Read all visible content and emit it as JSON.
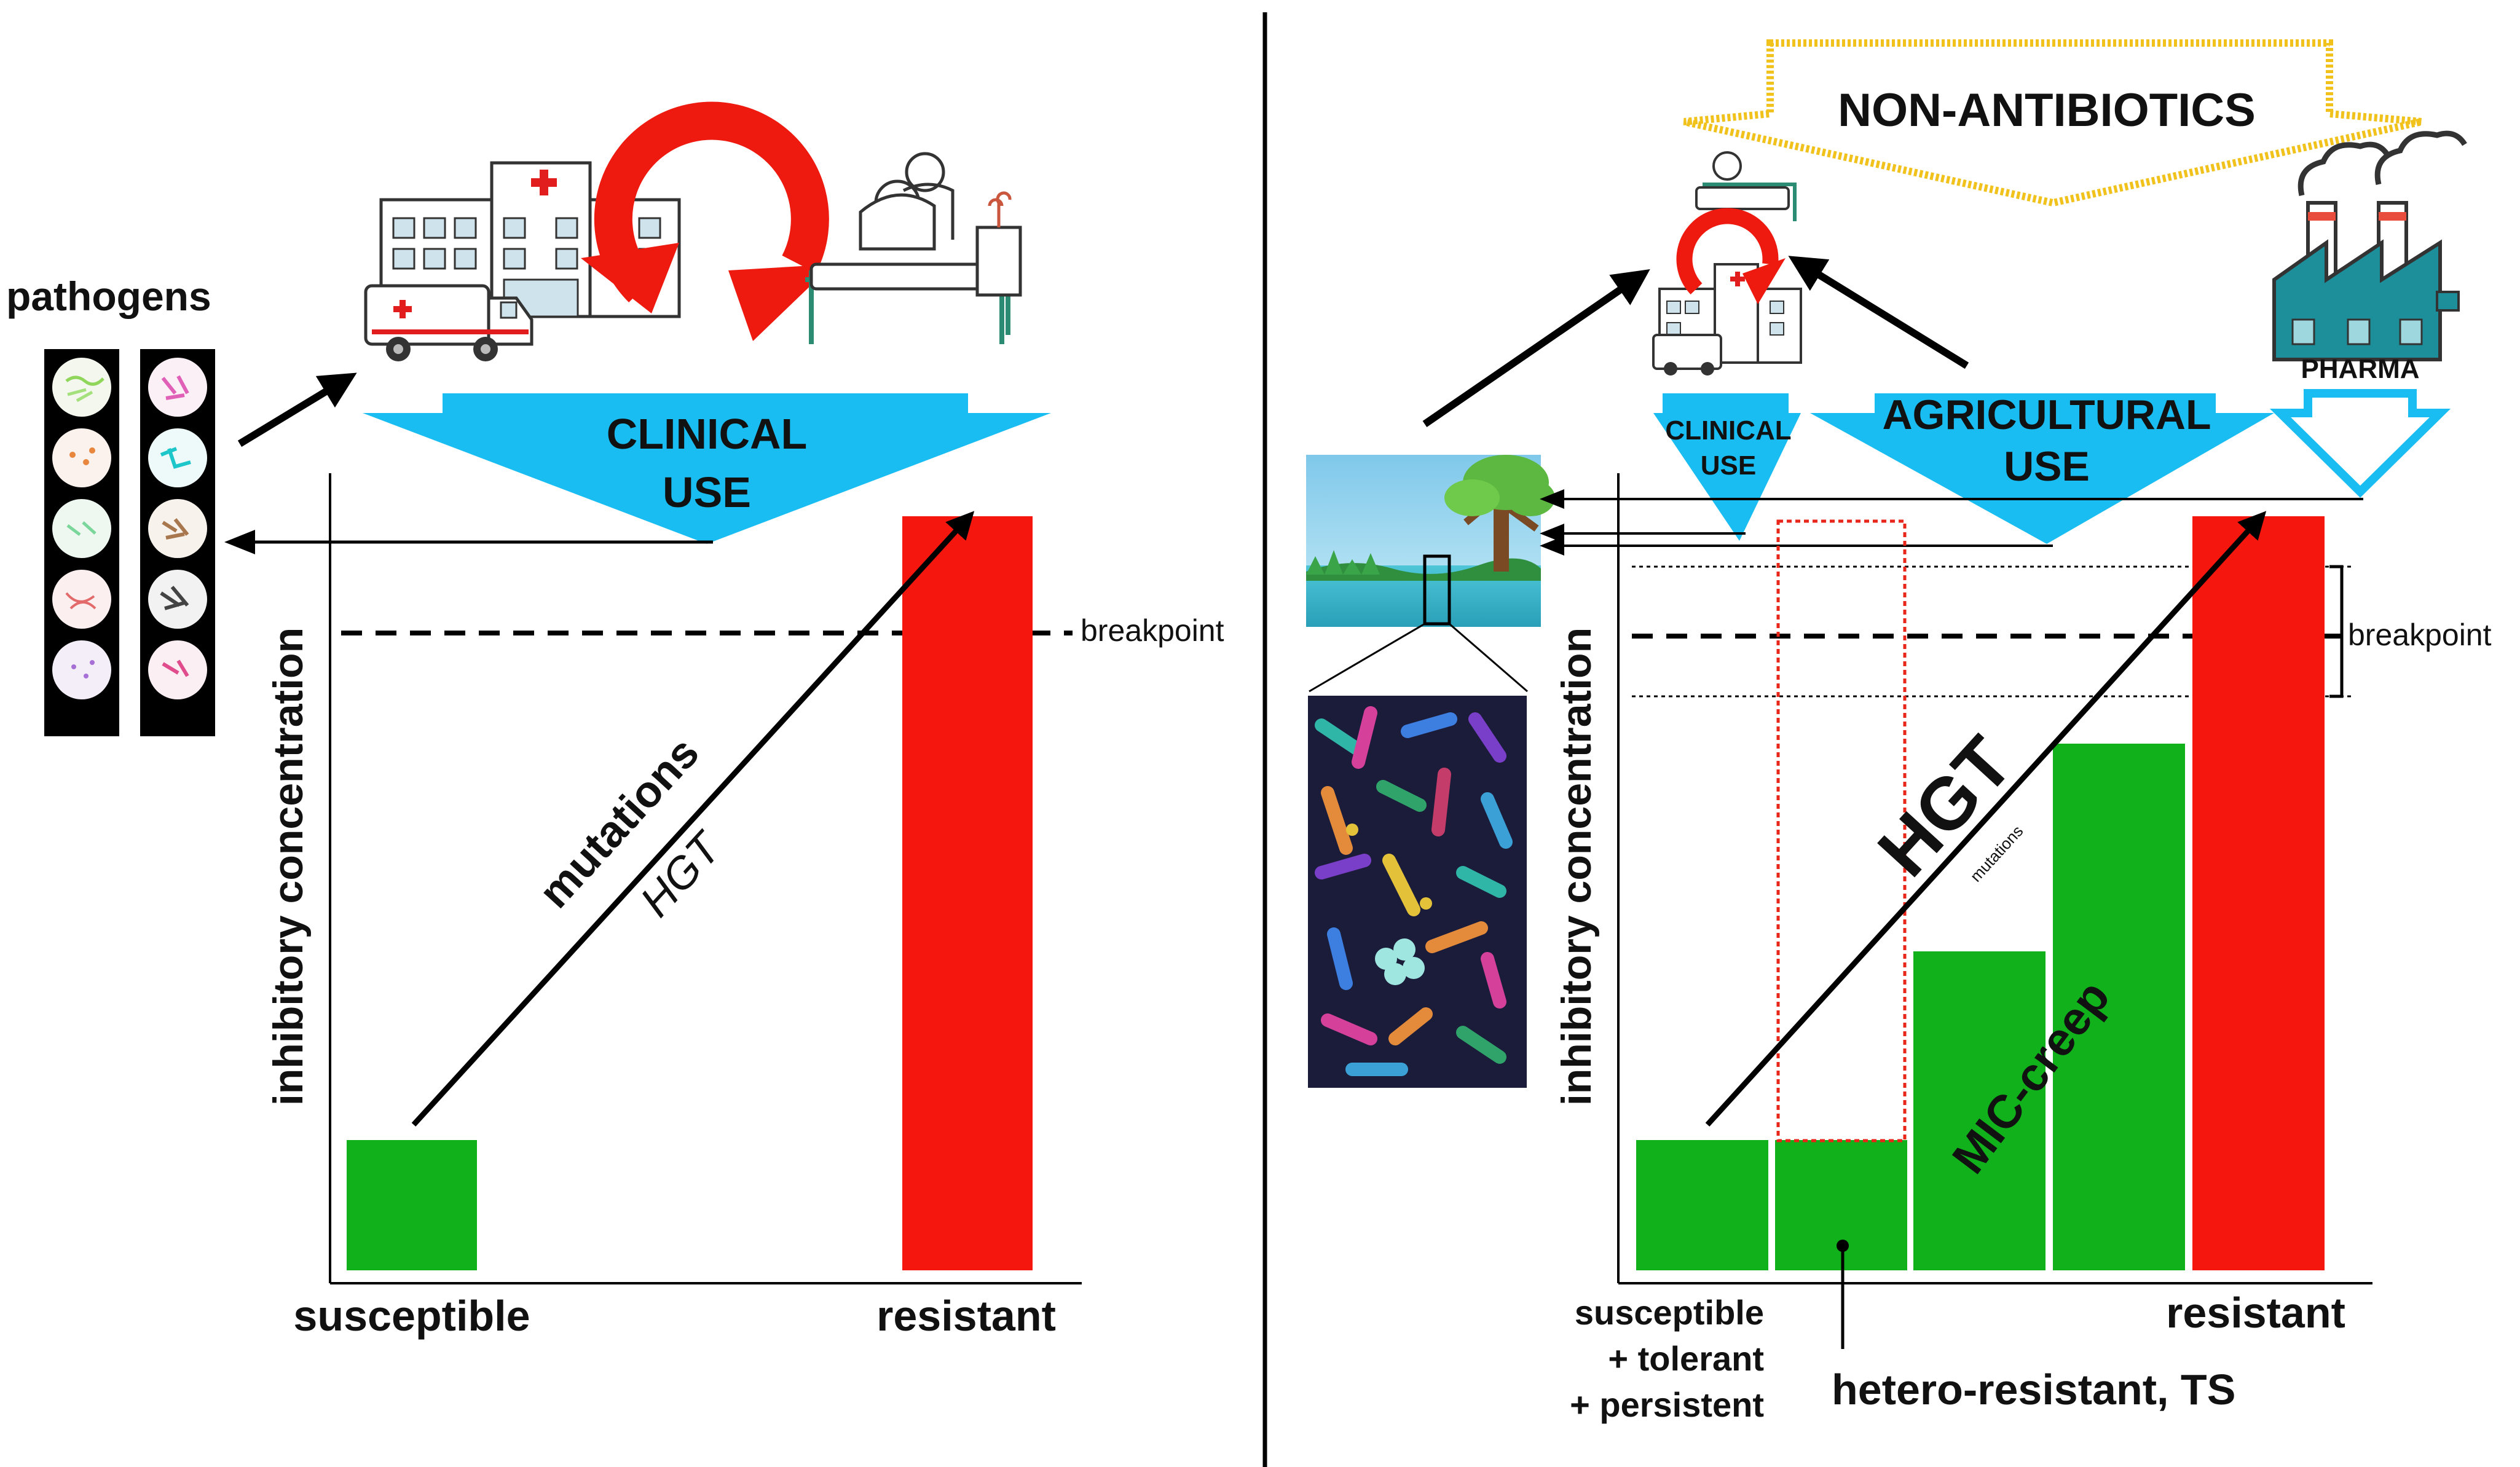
{
  "left_panel": {
    "pathogens_label": "pathogens",
    "clinical_use_line1": "CLINICAL",
    "clinical_use_line2": "USE",
    "y_axis_label": "inhibitory concentration",
    "breakpoint_label": "breakpoint",
    "arrow_label_main": "mutations",
    "arrow_label_secondary": "HGT",
    "x_label_left": "susceptible",
    "x_label_right": "resistant"
  },
  "right_panel": {
    "non_antibiotics_label": "NON-ANTIBIOTICS",
    "pharma_label": "PHARMA",
    "clinical_use_line1": "CLINICAL",
    "clinical_use_line2": "USE",
    "agricultural_use_line1": "AGRICULTURAL",
    "agricultural_use_line2": "USE",
    "y_axis_label": "inhibitory concentration",
    "breakpoint_label": "breakpoint",
    "arrow_label_main": "HGT",
    "arrow_label_secondary": "mutations",
    "mic_creep_label": "MIC-creep",
    "x_label_left_line1": "susceptible",
    "x_label_left_line2": "+ tolerant",
    "x_label_left_line3": "+ persistent",
    "x_label_right": "resistant",
    "hetero_label": "hetero-resistant, TS"
  },
  "colors": {
    "susceptible_green": "#11b11b",
    "resistant_red": "#f5160e",
    "use_arrow_blue": "#19bdf2",
    "recycle_red": "#ee1a10",
    "non_antibiotics_border": "#f1c21b",
    "hetero_box_red": "#e8261a"
  }
}
